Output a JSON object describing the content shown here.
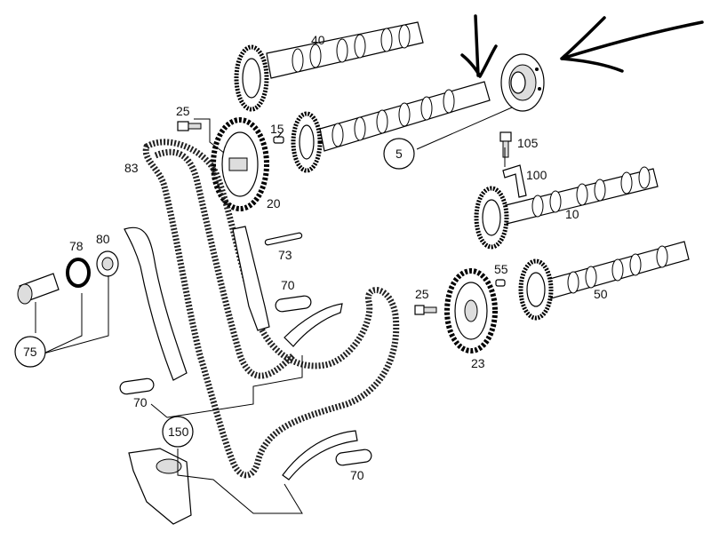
{
  "callouts": {
    "p40": "40",
    "p25a": "25",
    "p15": "15",
    "p5": "5",
    "p105": "105",
    "p100": "100",
    "p83": "83",
    "p20": "20",
    "p10": "10",
    "p78": "78",
    "p80": "80",
    "p73": "73",
    "p70a": "70",
    "p55": "55",
    "p25b": "25",
    "p50": "50",
    "p75": "75",
    "p23": "23",
    "p70b": "70",
    "p150": "150",
    "p70c": "70"
  }
}
